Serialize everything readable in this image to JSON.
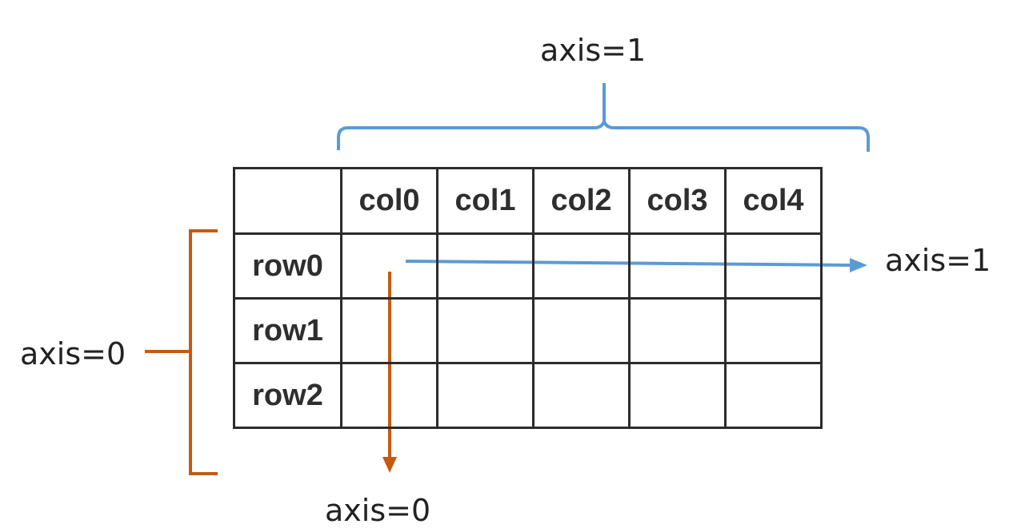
{
  "diagram": {
    "colors": {
      "axis0": "#c55a11",
      "axis1": "#5b9bd5",
      "grid": "#2b2b2b",
      "text": "#222222"
    },
    "table": {
      "corner": "",
      "columns": [
        "col0",
        "col1",
        "col2",
        "col3",
        "col4"
      ],
      "rows": [
        "row0",
        "row1",
        "row2"
      ]
    },
    "labels": {
      "top_axis1": "axis=1",
      "right_axis1": "axis=1",
      "left_axis0": "axis=0",
      "bottom_axis0": "axis=0"
    }
  }
}
